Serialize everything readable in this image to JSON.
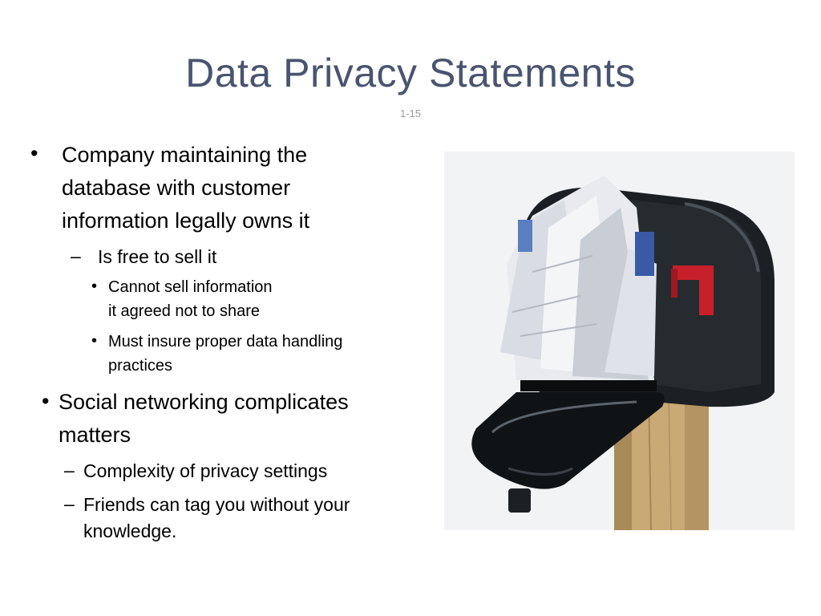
{
  "slide": {
    "title": "Data Privacy Statements",
    "slide_number": "1-15",
    "bullets": [
      {
        "lines": [
          "Company maintaining the",
          "database with customer",
          "information legally owns it"
        ],
        "sub": [
          {
            "lines": [
              "Is free to sell it"
            ],
            "sub": [
              {
                "lines": [
                  "Cannot sell information",
                  "it agreed not to share"
                ]
              },
              {
                "lines": [
                  "Must insure proper data handling",
                  "practices"
                ]
              }
            ]
          }
        ]
      },
      {
        "lines": [
          "Social networking complicates",
          "matters"
        ],
        "sub": [
          {
            "lines": [
              "Complexity of privacy settings"
            ]
          },
          {
            "lines": [
              "Friends can tag you without your",
              "knowledge."
            ]
          }
        ]
      }
    ],
    "bullet_marks": {
      "dot": "•",
      "dash": "–"
    },
    "image": {
      "subject": "mailbox-stuffed-with-mail-icon"
    },
    "colors": {
      "title": "#4a5470",
      "mailbox": "#1c2024",
      "flag": "#c8202a",
      "post": "#c9a974"
    }
  }
}
